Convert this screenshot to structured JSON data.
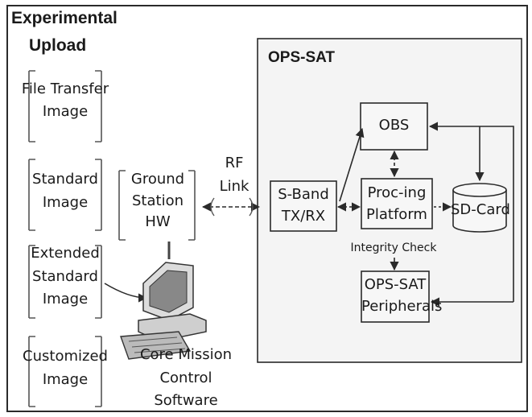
{
  "title_line1": "Experimental",
  "title_line2": "Upload",
  "images": [
    {
      "line1": "File Transfer",
      "line2": "Image"
    },
    {
      "line1": "Standard",
      "line2": "Image"
    },
    {
      "line1": "Extended",
      "line2": "Standard",
      "line3": "Image"
    },
    {
      "line1": "Customized",
      "line2": "Image"
    }
  ],
  "ground_station": {
    "line1": "Ground",
    "line2": "Station",
    "line3": "HW"
  },
  "rf_link": {
    "line1": "RF",
    "line2": "Link"
  },
  "computer": {
    "line1": "Core Mission",
    "line2": "Control",
    "line3": "Software"
  },
  "opssat_title": "OPS-SAT",
  "sband": {
    "line1": "S-Band",
    "line2": "TX/RX"
  },
  "obs": "OBS",
  "proc": {
    "line1": "Proc-ing",
    "line2": "Platform"
  },
  "sdcard": "SD-Card",
  "integrity": "Integrity Check",
  "peripherals": {
    "line1": "OPS-SAT",
    "line2": "Peripherals"
  },
  "colors": {
    "stroke": "#2a2a2a",
    "panel": "#f4f4f4",
    "box": "#f7f7f7"
  }
}
